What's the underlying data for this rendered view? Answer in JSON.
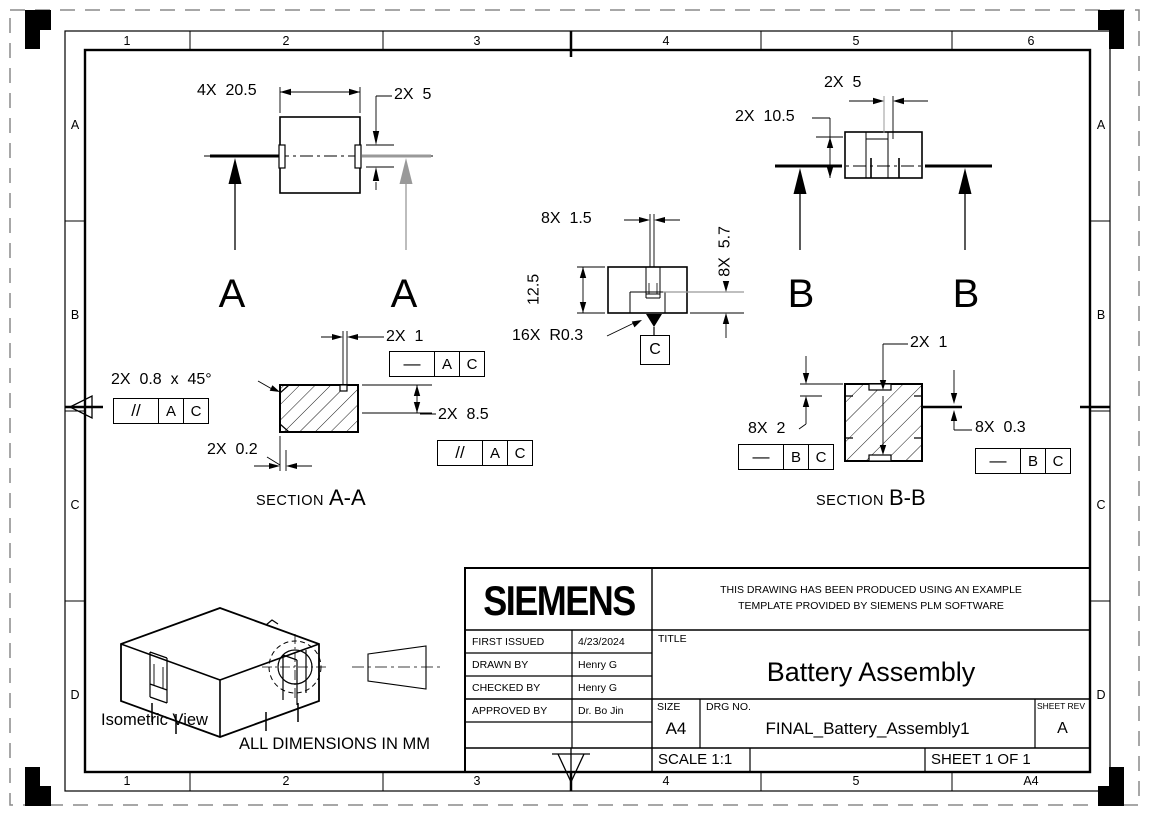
{
  "sheet": {
    "zones_top": [
      "1",
      "2",
      "3",
      "4",
      "5",
      "6"
    ],
    "zones_bottom": [
      "1",
      "2",
      "3",
      "4",
      "5",
      "A4"
    ],
    "zones_side": [
      "A",
      "B",
      "C",
      "D"
    ]
  },
  "views": {
    "front_a": {
      "dim_width": "4X  20.5",
      "dim_tab": "2X  5",
      "cut_label": "A"
    },
    "front_b": {
      "dim_slot": "2X  5",
      "dim_height": "2X  10.5",
      "cut_label": "B"
    },
    "detail_c": {
      "dim_slot": "8X  1.5",
      "dim_height": "12.5",
      "dim_depth": "8X  5.7",
      "dim_radius": "16X  R0.3",
      "datum_label": "C"
    },
    "section_aa": {
      "label_prefix": "SECTION",
      "label": "A-A",
      "dim_slot": "2X  1",
      "dim_chamfer": "2X  0.8  x  45°",
      "dim_offset": "2X  0.2",
      "dim_depth": "2X  8.5",
      "fcf_slot": {
        "sym": "—",
        "d1": "A",
        "d2": "C"
      },
      "fcf_chamfer": {
        "sym": "//",
        "d1": "A",
        "d2": "C"
      },
      "fcf_depth": {
        "sym": "//",
        "d1": "A",
        "d2": "C"
      }
    },
    "section_bb": {
      "label_prefix": "SECTION",
      "label": "B-B",
      "dim_slot": "2X  1",
      "dim_left": "8X  2",
      "dim_right": "8X  0.3",
      "fcf_left": {
        "sym": "—",
        "d1": "B",
        "d2": "C"
      },
      "fcf_right": {
        "sym": "—",
        "d1": "B",
        "d2": "C"
      }
    },
    "isometric": {
      "caption": "Isometric View"
    }
  },
  "notes": {
    "units": "ALL DIMENSIONS IN MM"
  },
  "title_block": {
    "logo": "SIEMENS",
    "disclaimer1": "THIS DRAWING HAS BEEN PRODUCED USING AN EXAMPLE",
    "disclaimer2": "TEMPLATE PROVIDED BY SIEMENS PLM SOFTWARE",
    "rows": [
      {
        "label": "FIRST ISSUED",
        "value": "4/23/2024"
      },
      {
        "label": "DRAWN BY",
        "value": "Henry G"
      },
      {
        "label": "CHECKED BY",
        "value": "Henry G"
      },
      {
        "label": "APPROVED BY",
        "value": "Dr. Bo Jin"
      }
    ],
    "title_label": "TITLE",
    "title": "Battery Assembly",
    "size_label": "SIZE",
    "size": "A4",
    "drg_label": "DRG NO.",
    "drg_no": "FINAL_Battery_Assembly1",
    "rev_label": "SHEET REV",
    "rev": "A",
    "scale": "SCALE 1:1",
    "sheet": "SHEET 1 OF 1"
  }
}
